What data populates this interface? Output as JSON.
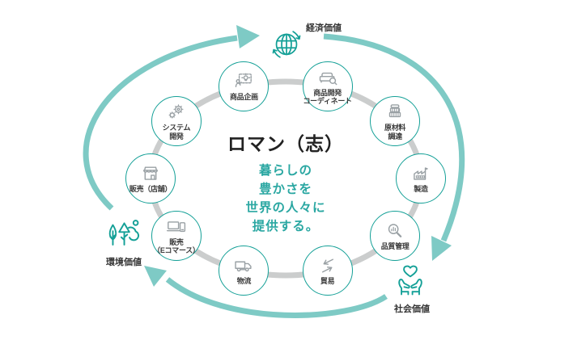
{
  "colors": {
    "accent_teal": "#14a097",
    "arc_teal": "#7ecac5",
    "ring_gray": "#cbcdcd",
    "icon_gray": "#99a0a4",
    "center_text_teal": "#2aa7a2",
    "label_dark": "#333333"
  },
  "center": {
    "title": "ロマン（志）",
    "subtitle_lines": [
      "暮らしの",
      "豊かさを",
      "世界の人々に",
      "提供する。"
    ]
  },
  "values": [
    {
      "id": "economic",
      "label": "経済価値",
      "icon": "globe-refresh-icon",
      "position": "top"
    },
    {
      "id": "social",
      "label": "社会価値",
      "icon": "hands-heart-icon",
      "position": "bottom-right"
    },
    {
      "id": "environment",
      "label": "環境価値",
      "icon": "trees-icon",
      "position": "left"
    }
  ],
  "nodes": [
    {
      "lines": [
        "商品企画"
      ],
      "icon": "idea-presentation-icon",
      "angle_deg": 252
    },
    {
      "lines": [
        "商品開発",
        "コーディネート"
      ],
      "icon": "sofa-search-icon",
      "angle_deg": 288
    },
    {
      "lines": [
        "原材料",
        "調達"
      ],
      "icon": "materials-icon",
      "angle_deg": 324
    },
    {
      "lines": [
        "製造"
      ],
      "icon": "factory-icon",
      "angle_deg": 0
    },
    {
      "lines": [
        "品質管理"
      ],
      "icon": "magnifier-chart-icon",
      "angle_deg": 36
    },
    {
      "lines": [
        "貿易"
      ],
      "icon": "trade-arrows-icon",
      "angle_deg": 72
    },
    {
      "lines": [
        "物流"
      ],
      "icon": "truck-icon",
      "angle_deg": 108
    },
    {
      "lines": [
        "販売",
        "（Eコマース）"
      ],
      "icon": "ecommerce-icon",
      "angle_deg": 144
    },
    {
      "lines": [
        "販売（店舗）"
      ],
      "icon": "store-icon",
      "angle_deg": 180
    },
    {
      "lines": [
        "システム",
        "開発"
      ],
      "icon": "gears-icon",
      "angle_deg": 216
    }
  ]
}
